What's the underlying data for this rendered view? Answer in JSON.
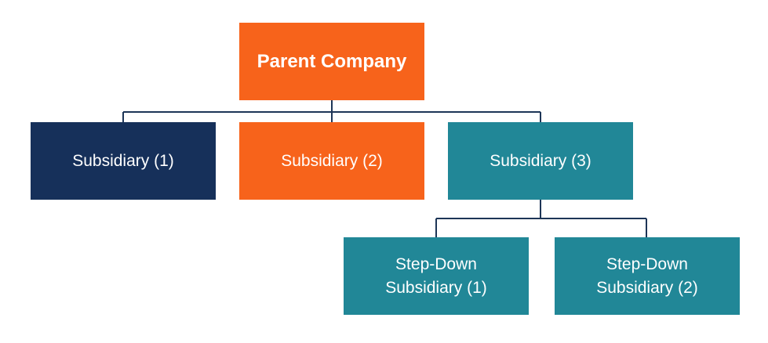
{
  "colors": {
    "orange": "#f7631b",
    "navy": "#16305a",
    "teal": "#218797",
    "connector": "#1d3557",
    "text": "#ffffff"
  },
  "parent": {
    "label": "Parent Company"
  },
  "subsidiaries": [
    {
      "label": "Subsidiary (1)"
    },
    {
      "label": "Subsidiary (2)"
    },
    {
      "label": "Subsidiary (3)"
    }
  ],
  "step_down": [
    {
      "line1": "Step-Down",
      "line2": "Subsidiary (1)"
    },
    {
      "line1": "Step-Down",
      "line2": "Subsidiary (2)"
    }
  ]
}
